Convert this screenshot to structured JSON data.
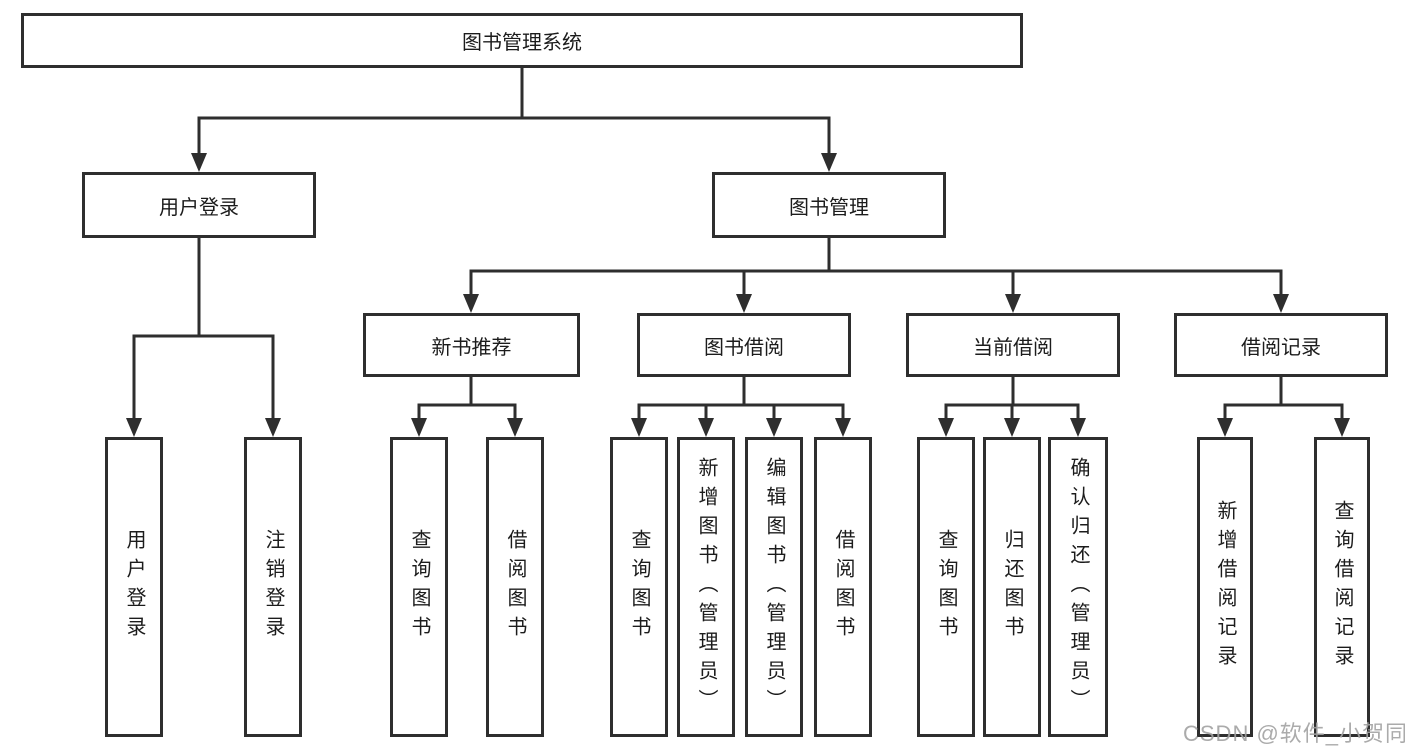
{
  "tree": {
    "label": "图书管理系统",
    "children": [
      {
        "label": "用户登录",
        "children": [
          {
            "label": "用户登录"
          },
          {
            "label": "注销登录"
          }
        ]
      },
      {
        "label": "图书管理",
        "children": [
          {
            "label": "新书推荐",
            "children": [
              {
                "label": "查询图书"
              },
              {
                "label": "借阅图书"
              }
            ]
          },
          {
            "label": "图书借阅",
            "children": [
              {
                "label": "查询图书"
              },
              {
                "label": "新增图书（管理员）"
              },
              {
                "label": "编辑图书（管理员）"
              },
              {
                "label": "借阅图书"
              }
            ]
          },
          {
            "label": "当前借阅",
            "children": [
              {
                "label": "查询图书"
              },
              {
                "label": "归还图书"
              },
              {
                "label": "确认归还（管理员）"
              }
            ]
          },
          {
            "label": "借阅记录",
            "children": [
              {
                "label": "新增借阅记录"
              },
              {
                "label": "查询借阅记录"
              }
            ]
          }
        ]
      }
    ]
  },
  "watermark": {
    "text": "CSDN @软件_小贺同学"
  },
  "colors": {
    "line": "#2e2e2e",
    "text": "#1c1c1c",
    "watermark": "#a3a3a3",
    "background": "#ffffff"
  }
}
